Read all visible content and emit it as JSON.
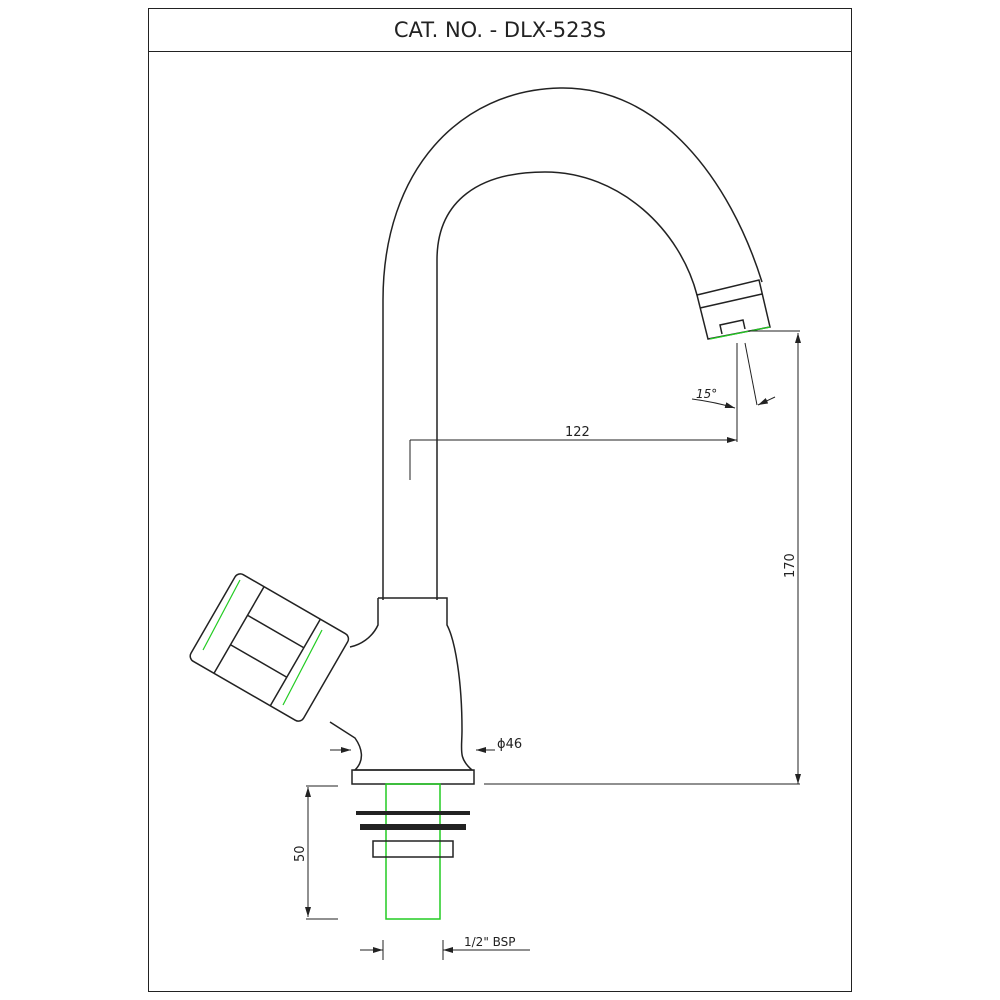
{
  "title": "CAT. NO. - DLX-523S",
  "dimensions": {
    "reach": "122",
    "height": "170",
    "angle": "15°",
    "body_diameter": "ϕ46",
    "shank_length": "50",
    "thread": "1/2\" BSP"
  },
  "colors": {
    "line": "#222222",
    "highlight": "#22cc22"
  }
}
